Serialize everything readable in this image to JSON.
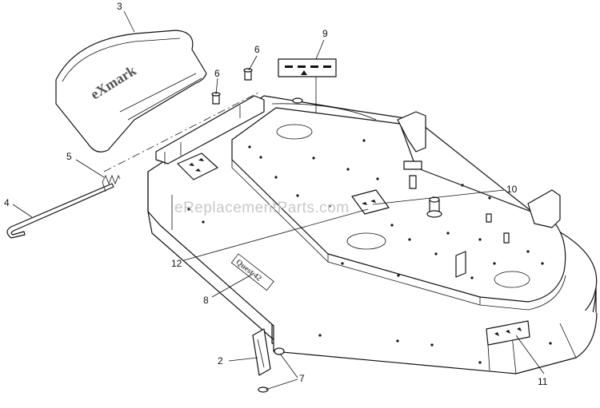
{
  "watermark": "eReplacementParts.com",
  "deflector_logo": "eXmark",
  "deck_logo": "Quest 42",
  "callouts": [
    {
      "id": "c1",
      "label": "3"
    },
    {
      "id": "c2",
      "label": "6"
    },
    {
      "id": "c3",
      "label": "6"
    },
    {
      "id": "c4",
      "label": "9"
    },
    {
      "id": "c5",
      "label": "5"
    },
    {
      "id": "c6",
      "label": "4"
    },
    {
      "id": "c7",
      "label": "10"
    },
    {
      "id": "c8",
      "label": "12"
    },
    {
      "id": "c9",
      "label": "8"
    },
    {
      "id": "c10",
      "label": "2"
    },
    {
      "id": "c11",
      "label": "7"
    },
    {
      "id": "c12",
      "label": "11"
    }
  ],
  "colors": {
    "line": "#111111",
    "background": "#ffffff",
    "watermark": "#c8c8c8"
  }
}
